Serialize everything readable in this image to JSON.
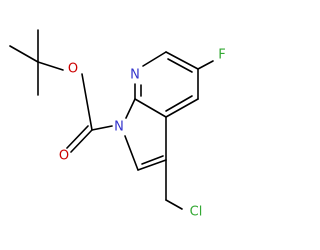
{
  "atoms": {
    "n_pyridine": "N",
    "fluorine": "F",
    "n_pyrrole": "N",
    "o_ester": "O",
    "o_carbonyl": "O",
    "chlorine": "Cl"
  },
  "colors": {
    "nitrogen": "#3333cc",
    "oxygen": "#cc0000",
    "fluorine": "#33a833",
    "chlorine": "#33a833",
    "bond": "#000000"
  }
}
